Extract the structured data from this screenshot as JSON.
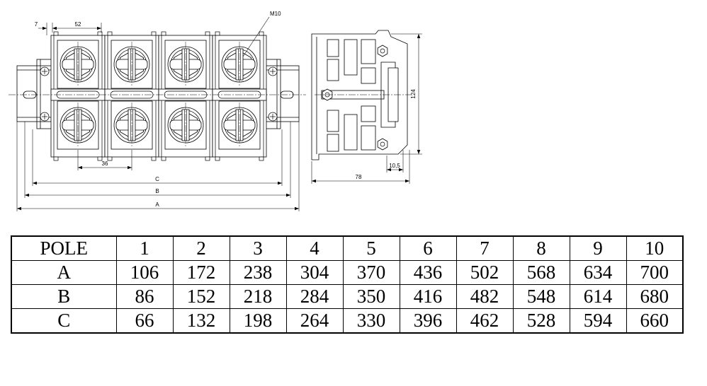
{
  "drawing": {
    "front_view": {
      "dim_7": "7",
      "dim_52": "52",
      "thread_label": "M10",
      "dim_36": "36",
      "dim_c": "C",
      "dim_b": "B",
      "dim_a": "A"
    },
    "side_view": {
      "dim_124": "124",
      "dim_10_5": "10,5",
      "dim_78": "78"
    }
  },
  "table": {
    "header": {
      "label": "POLE",
      "values": [
        1,
        2,
        3,
        4,
        5,
        6,
        7,
        8,
        9,
        10
      ]
    },
    "rows": [
      {
        "label": "A",
        "values": [
          106,
          172,
          238,
          304,
          370,
          436,
          502,
          568,
          634,
          700
        ]
      },
      {
        "label": "B",
        "values": [
          86,
          152,
          218,
          284,
          350,
          416,
          482,
          548,
          614,
          680
        ]
      },
      {
        "label": "C",
        "values": [
          66,
          132,
          198,
          264,
          330,
          396,
          462,
          528,
          594,
          660
        ]
      }
    ]
  }
}
